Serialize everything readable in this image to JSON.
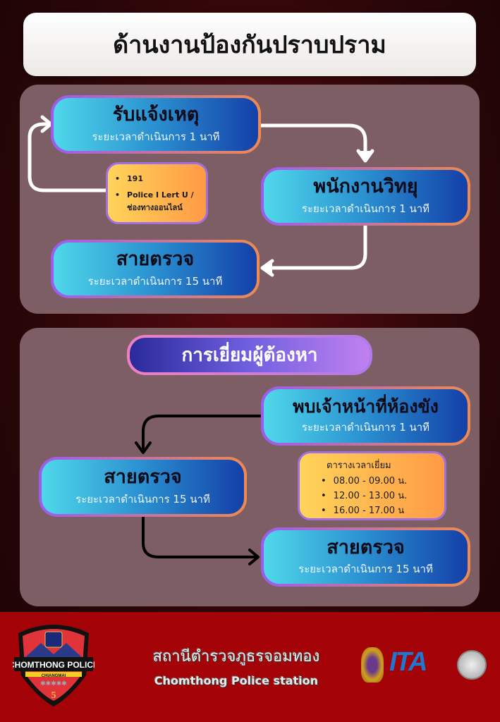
{
  "title": "ด้านงานป้องกันปราบปราม",
  "section1": {
    "steps": [
      {
        "label": "รับแจ้งเหตุ",
        "duration": "ระยะเวลาดำเนินการ 1 นาที"
      },
      {
        "label": "พนักงานวิทยุ",
        "duration": "ระยะเวลาดำเนินการ 1 นาที"
      },
      {
        "label": "สายตรวจ",
        "duration": "ระยะเวลาดำเนินการ 15 นาที"
      }
    ],
    "channels": [
      "191",
      "Police I Lert U / ช่องทางออนไลน์"
    ]
  },
  "section2": {
    "heading": "การเยี่ยมผู้ต้องหา",
    "steps": [
      {
        "label": "พบเจ้าหน้าที่ห้องขัง",
        "duration": "ระยะเวลาดำเนินการ 1 นาที"
      },
      {
        "label": "สายตรวจ",
        "duration": "ระยะเวลาดำเนินการ 15 นาที"
      },
      {
        "label": "สายตรวจ",
        "duration": "ระยะเวลาดำเนินการ 15 นาที"
      }
    ],
    "schedule": {
      "title": "ตารางเวลาเยี่ยม",
      "times": [
        "08.00 - 09.00 น.",
        "12.00  - 13.00 น.",
        "16.00  - 17.00 น"
      ]
    }
  },
  "footer": {
    "station_th": "สถานีตำรวจภูธรจอมทอง",
    "station_en": "Chomthong Police station",
    "badge": {
      "name": "CHOMTHONG POLICE",
      "sub": "CHIANGMAI",
      "number": "5"
    },
    "ita": "ITA"
  }
}
